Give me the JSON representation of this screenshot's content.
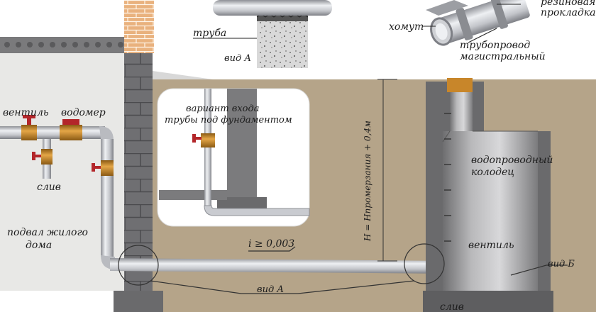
{
  "labels": {
    "rubber_pad": "резиновая\nпрокладка",
    "clamp": "хомут",
    "pipe_top": "труба",
    "view_a_top": "вид А",
    "main_pipeline": "трубопровод\nмагистральный",
    "valve_left": "вентиль",
    "water_meter": "водомер",
    "drain_left": "слив",
    "basement": "подвал жилого\nдома",
    "inset_title": "вариант входа\nтрубы под фундаментом",
    "depth": "H = Hпромерзания + 0,4м",
    "slope": "i ≥ 0,003",
    "view_a_bottom": "вид А",
    "well": "водопроводный\nколодец",
    "valve_right": "вентиль",
    "view_b": "вид Б",
    "drain_right": "слив"
  },
  "colors": {
    "soil": "#b5a489",
    "pipe": "#c9cbd0",
    "brass": "#c8862a",
    "valve_handle": "#b3262a",
    "brick": "#e9b27e",
    "concrete": "#8f8f8f"
  }
}
